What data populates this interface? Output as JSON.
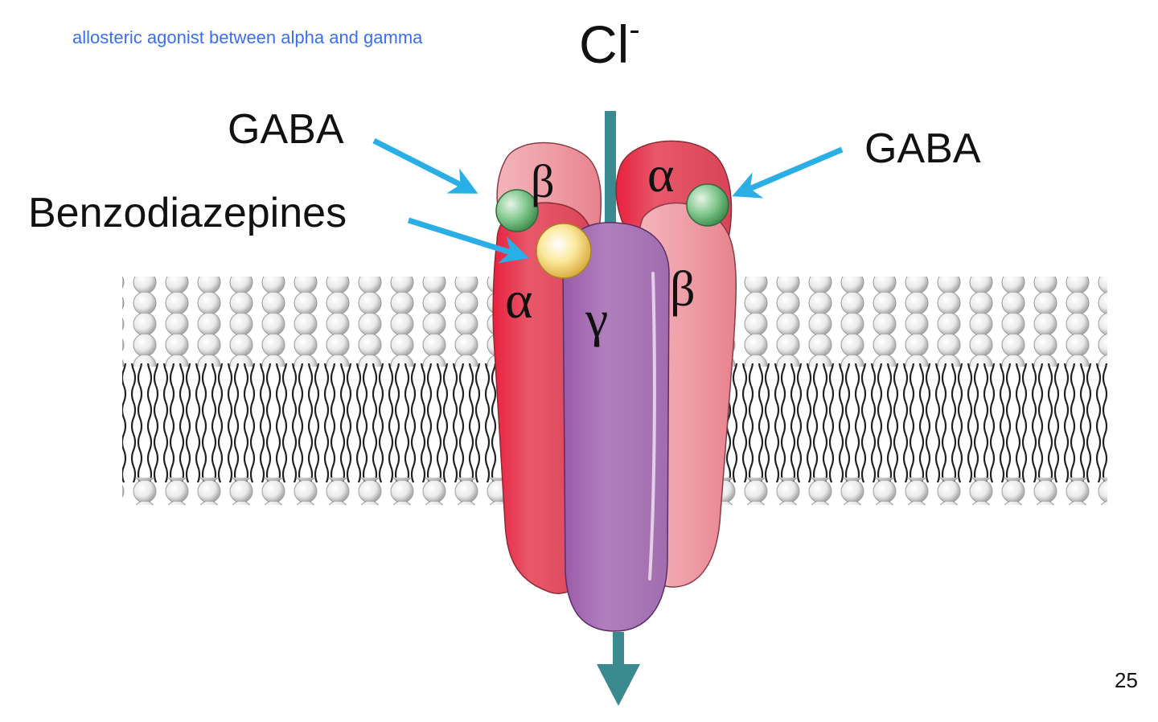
{
  "annotation": "allosteric agonist between alpha and gamma",
  "ion_label": "Cl",
  "ion_charge": "-",
  "labels": {
    "gaba_left": "GABA",
    "gaba_right": "GABA",
    "benzodiazepines": "Benzodiazepines"
  },
  "subunits": {
    "beta_back": "β",
    "alpha_back": "α",
    "alpha_front": "α",
    "gamma": "γ",
    "beta_front": "β"
  },
  "page_number": "25",
  "colors": {
    "annotation": "#3a6ff0",
    "arrow": "#29aee6",
    "channel": "#3b8a8f",
    "alpha": "#e4505f",
    "beta": "#f0a0a8",
    "gamma": "#a978b4",
    "gaba_ligand": "#6fbf7f",
    "benzo_ligand": "#f3dd7a"
  },
  "icons": {
    "gaba_left_arrow": "arrow-icon",
    "gaba_right_arrow": "arrow-icon",
    "benzo_arrow": "arrow-icon",
    "ion_flow": "down-arrow-icon"
  }
}
